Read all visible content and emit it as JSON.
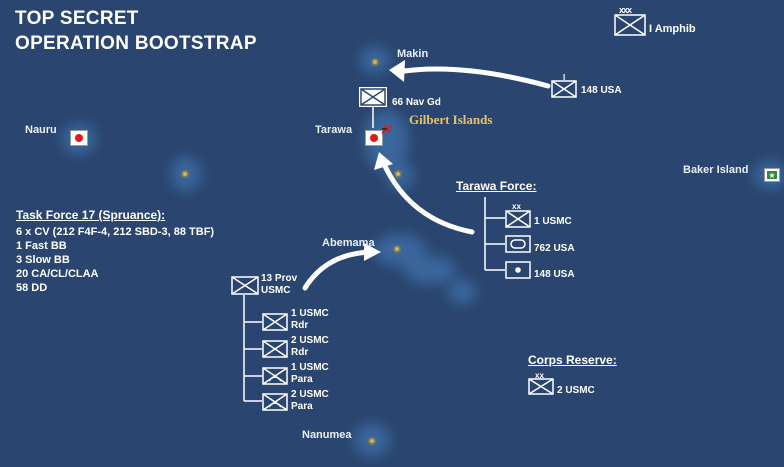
{
  "title": {
    "line1": "TOP SECRET",
    "line2": "OPERATION BOOTSTRAP"
  },
  "islands": {
    "makin": "Makin",
    "nauru": "Nauru",
    "tarawa": "Tarawa",
    "abemama": "Abemama",
    "nanumea": "Nanumea",
    "baker": "Baker Island",
    "gilbert": "Gilbert Islands"
  },
  "units": {
    "i_amphib": {
      "size": "xxx",
      "label": "I Amphib"
    },
    "usa_148_top": {
      "size": "I",
      "label": "148 USA"
    },
    "nav_gd_66": {
      "label": "66 Nav Gd"
    },
    "prov_13": {
      "line1": "13 Prov",
      "line2": "USMC"
    },
    "rdr_1": {
      "line1": "1 USMC",
      "line2": "Rdr"
    },
    "rdr_2": {
      "line1": "2 USMC",
      "line2": "Rdr"
    },
    "para_1": {
      "line1": "1 USMC",
      "line2": "Para"
    },
    "para_2": {
      "line1": "2 USMC",
      "line2": "Para"
    },
    "usmc_1": {
      "size": "xx",
      "label": "1 USMC"
    },
    "usa_762": {
      "label": "762 USA"
    },
    "usa_148_tf": {
      "label": "148 USA"
    },
    "usmc_2_reserve": {
      "size": "xx",
      "label": "2 USMC"
    }
  },
  "task_force_17": {
    "heading": "Task Force 17 (Spruance):",
    "lines": [
      "6 x CV (212 F4F-4, 212 SBD-3, 88 TBF)",
      "1 Fast BB",
      "3 Slow BB",
      "20 CA/CL/CLAA",
      "58 DD"
    ]
  },
  "tarawa_force": {
    "heading": "Tarawa Force:"
  },
  "corps_reserve": {
    "heading": "Corps Reserve:"
  },
  "colors": {
    "sea": "#2a4670",
    "island_glow": "#3f6ea6",
    "japan_red": "#e01a1a",
    "arrow": "#ffffff",
    "label_gold": "#e3c36a",
    "allied_green": "#2e8b3c"
  }
}
